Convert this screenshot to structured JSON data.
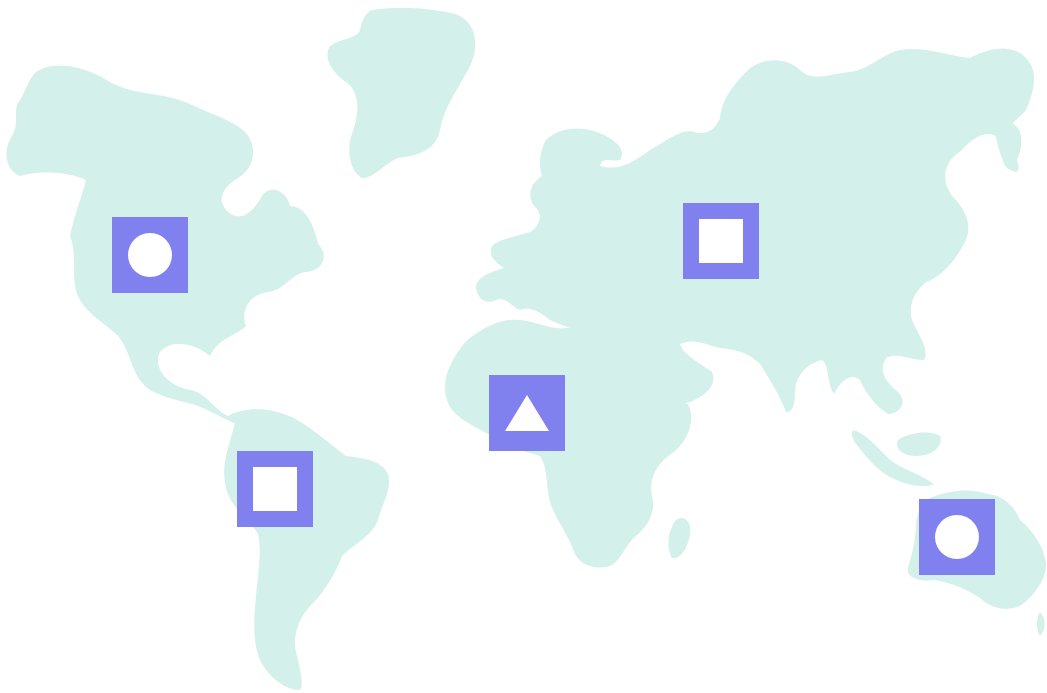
{
  "colors": {
    "background": "#ffffff",
    "land": "#d3f0eb",
    "marker_fill": "#8080ee",
    "glyph_fill": "#ffffff"
  },
  "markers": [
    {
      "region": "north-america",
      "symbol": "circle"
    },
    {
      "region": "south-america",
      "symbol": "square"
    },
    {
      "region": "africa",
      "symbol": "triangle"
    },
    {
      "region": "asia",
      "symbol": "square"
    },
    {
      "region": "australia",
      "symbol": "circle"
    }
  ]
}
